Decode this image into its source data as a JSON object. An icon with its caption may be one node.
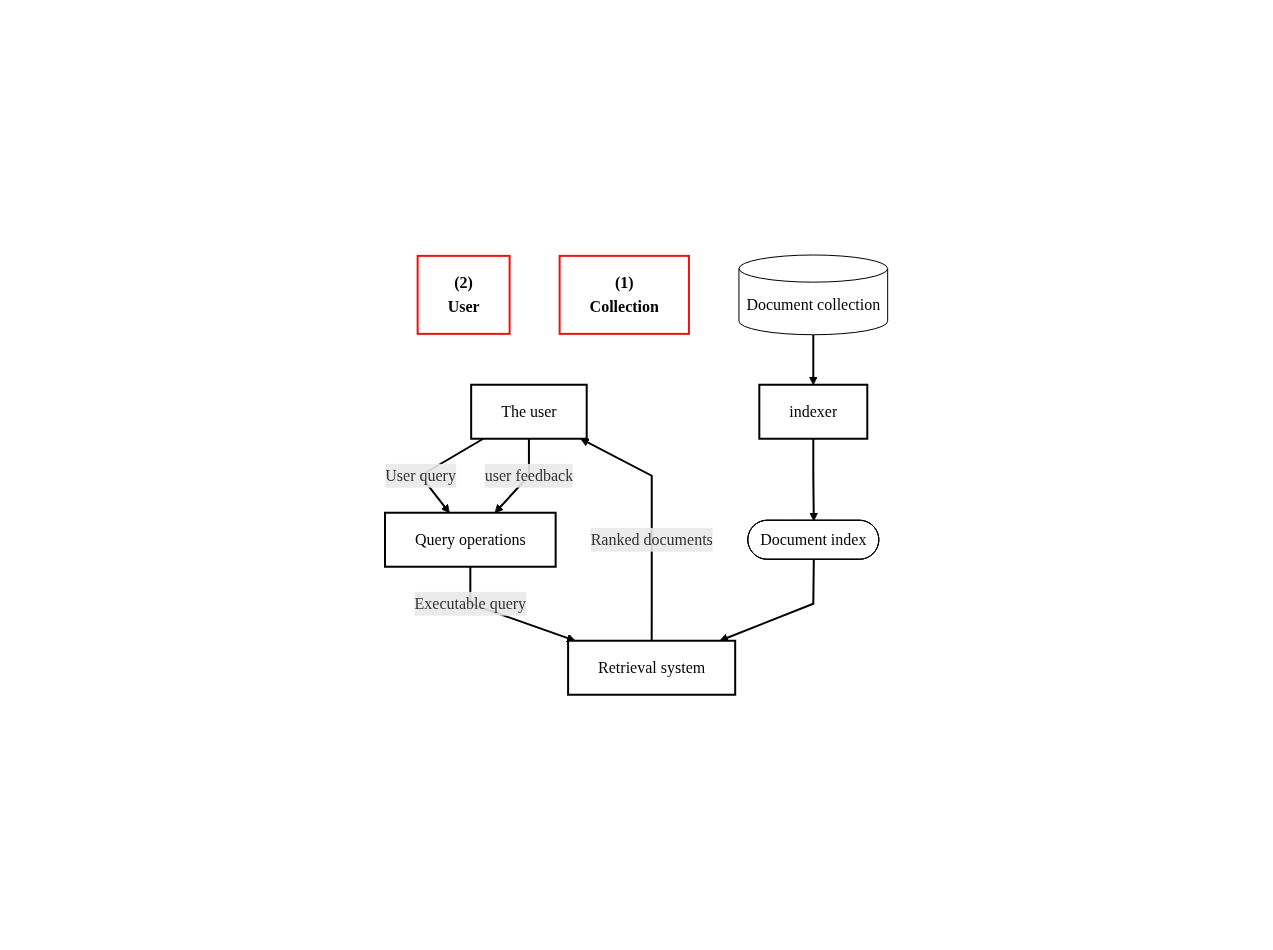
{
  "diagram": {
    "nodes": [
      {
        "text": [
          "(2)",
          "User"
        ]
      },
      {
        "text": [
          "(1)",
          "Collection"
        ]
      },
      {
        "text": [
          "The user"
        ]
      },
      {
        "text": [
          "Query operations"
        ]
      },
      {
        "text": [
          "Retrieval system"
        ]
      },
      {
        "text": [
          "Document collection"
        ]
      },
      {
        "text": [
          "indexer"
        ]
      },
      {
        "text": [
          "Document index"
        ]
      }
    ],
    "edges": [
      {
        "from": 2,
        "to": 3,
        "arrow": "to",
        "label": "User query"
      },
      {
        "from": 2,
        "to": 3,
        "arrow": "to",
        "label": "user feedback"
      },
      {
        "from": 3,
        "to": 4,
        "arrow": "to",
        "label": "Executable query"
      },
      {
        "from": 4,
        "to": 2,
        "arrow": "to",
        "label": "Ranked documents"
      },
      {
        "from": 5,
        "to": 6,
        "arrow": "to"
      },
      {
        "from": 6,
        "to": 7,
        "arrow": "to"
      },
      {
        "from": 7,
        "to": 4,
        "arrow": "to"
      }
    ]
  }
}
